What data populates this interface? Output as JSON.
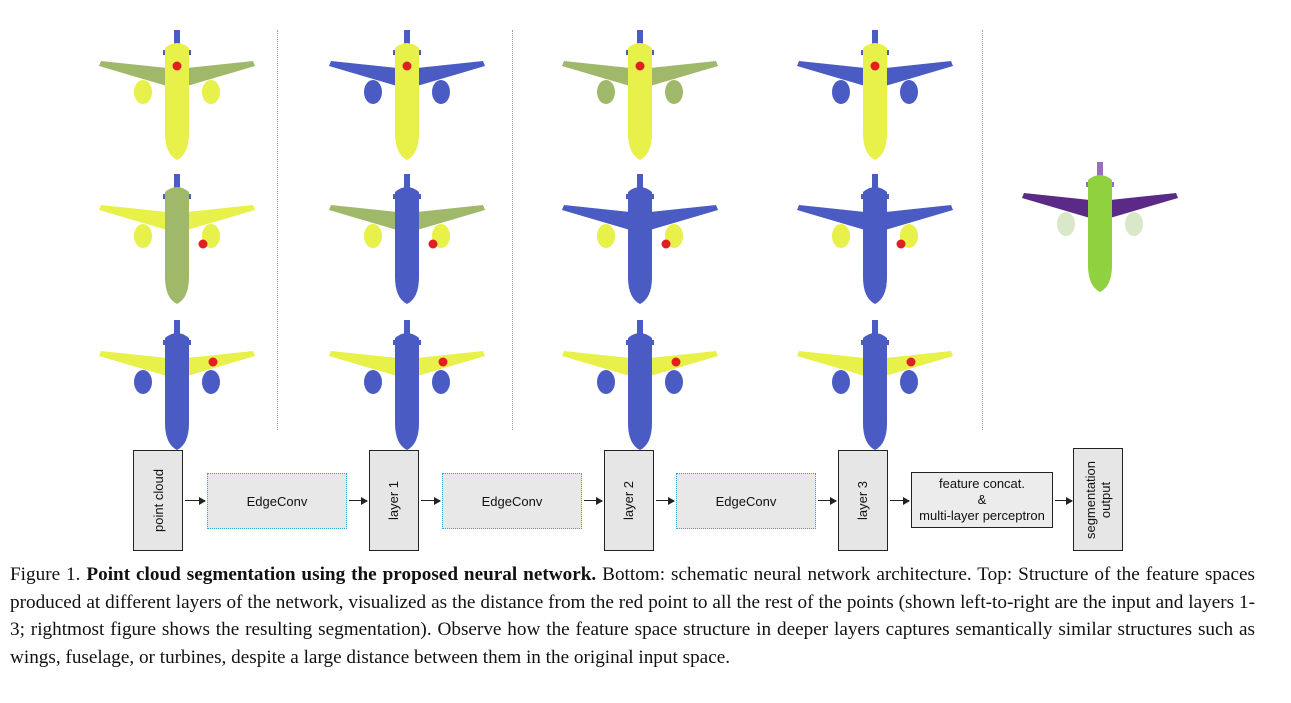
{
  "figure": {
    "panel_rows": [
      {
        "name": "row-1",
        "planes": [
          {
            "column": "input",
            "red_point": "nose"
          },
          {
            "column": "layer-1",
            "red_point": "nose"
          },
          {
            "column": "layer-2",
            "red_point": "nose"
          },
          {
            "column": "layer-3",
            "red_point": "nose"
          }
        ]
      },
      {
        "name": "row-2",
        "planes": [
          {
            "column": "input",
            "red_point": "right-turbine"
          },
          {
            "column": "layer-1",
            "red_point": "right-turbine"
          },
          {
            "column": "layer-2",
            "red_point": "right-turbine"
          },
          {
            "column": "layer-3",
            "red_point": "right-turbine"
          }
        ]
      },
      {
        "name": "row-3",
        "planes": [
          {
            "column": "input",
            "red_point": "right-wing"
          },
          {
            "column": "layer-1",
            "red_point": "right-wing"
          },
          {
            "column": "layer-2",
            "red_point": "right-wing"
          },
          {
            "column": "layer-3",
            "red_point": "right-wing"
          }
        ]
      }
    ],
    "segmentation_plane": {
      "colors": {
        "fuselage": "#8fd13f",
        "wings": "#5b2a86",
        "tail": "#9b6cc4",
        "turbines": "#d8e8c8"
      }
    },
    "colors": {
      "far": "#4a5cc4",
      "near": "#e8f04a",
      "mid": "#9fb86a",
      "query_point": "#e02020"
    }
  },
  "diagram": {
    "point_cloud": "point cloud",
    "edgeconv_1": "EdgeConv",
    "layer_1": "layer 1",
    "edgeconv_2": "EdgeConv",
    "layer_2": "layer 2",
    "edgeconv_3": "EdgeConv",
    "layer_3": "layer 3",
    "mlp_line1": "feature concat.",
    "mlp_line2": "&",
    "mlp_line3": "multi-layer perceptron",
    "output_line1": "segmentation",
    "output_line2": "output"
  },
  "caption": {
    "label": "Figure 1.",
    "title": "Point cloud segmentation using the proposed neural network.",
    "body": "Bottom: schematic neural network architecture. Top: Structure of the feature spaces produced at different layers of the network, visualized as the distance from the red point to all the rest of the points (shown left-to-right are the input and layers 1-3; rightmost figure shows the resulting segmentation).  Observe how the feature space structure in deeper layers captures semantically similar structures such as wings, fuselage, or turbines, despite a large distance between them in the original input space."
  }
}
